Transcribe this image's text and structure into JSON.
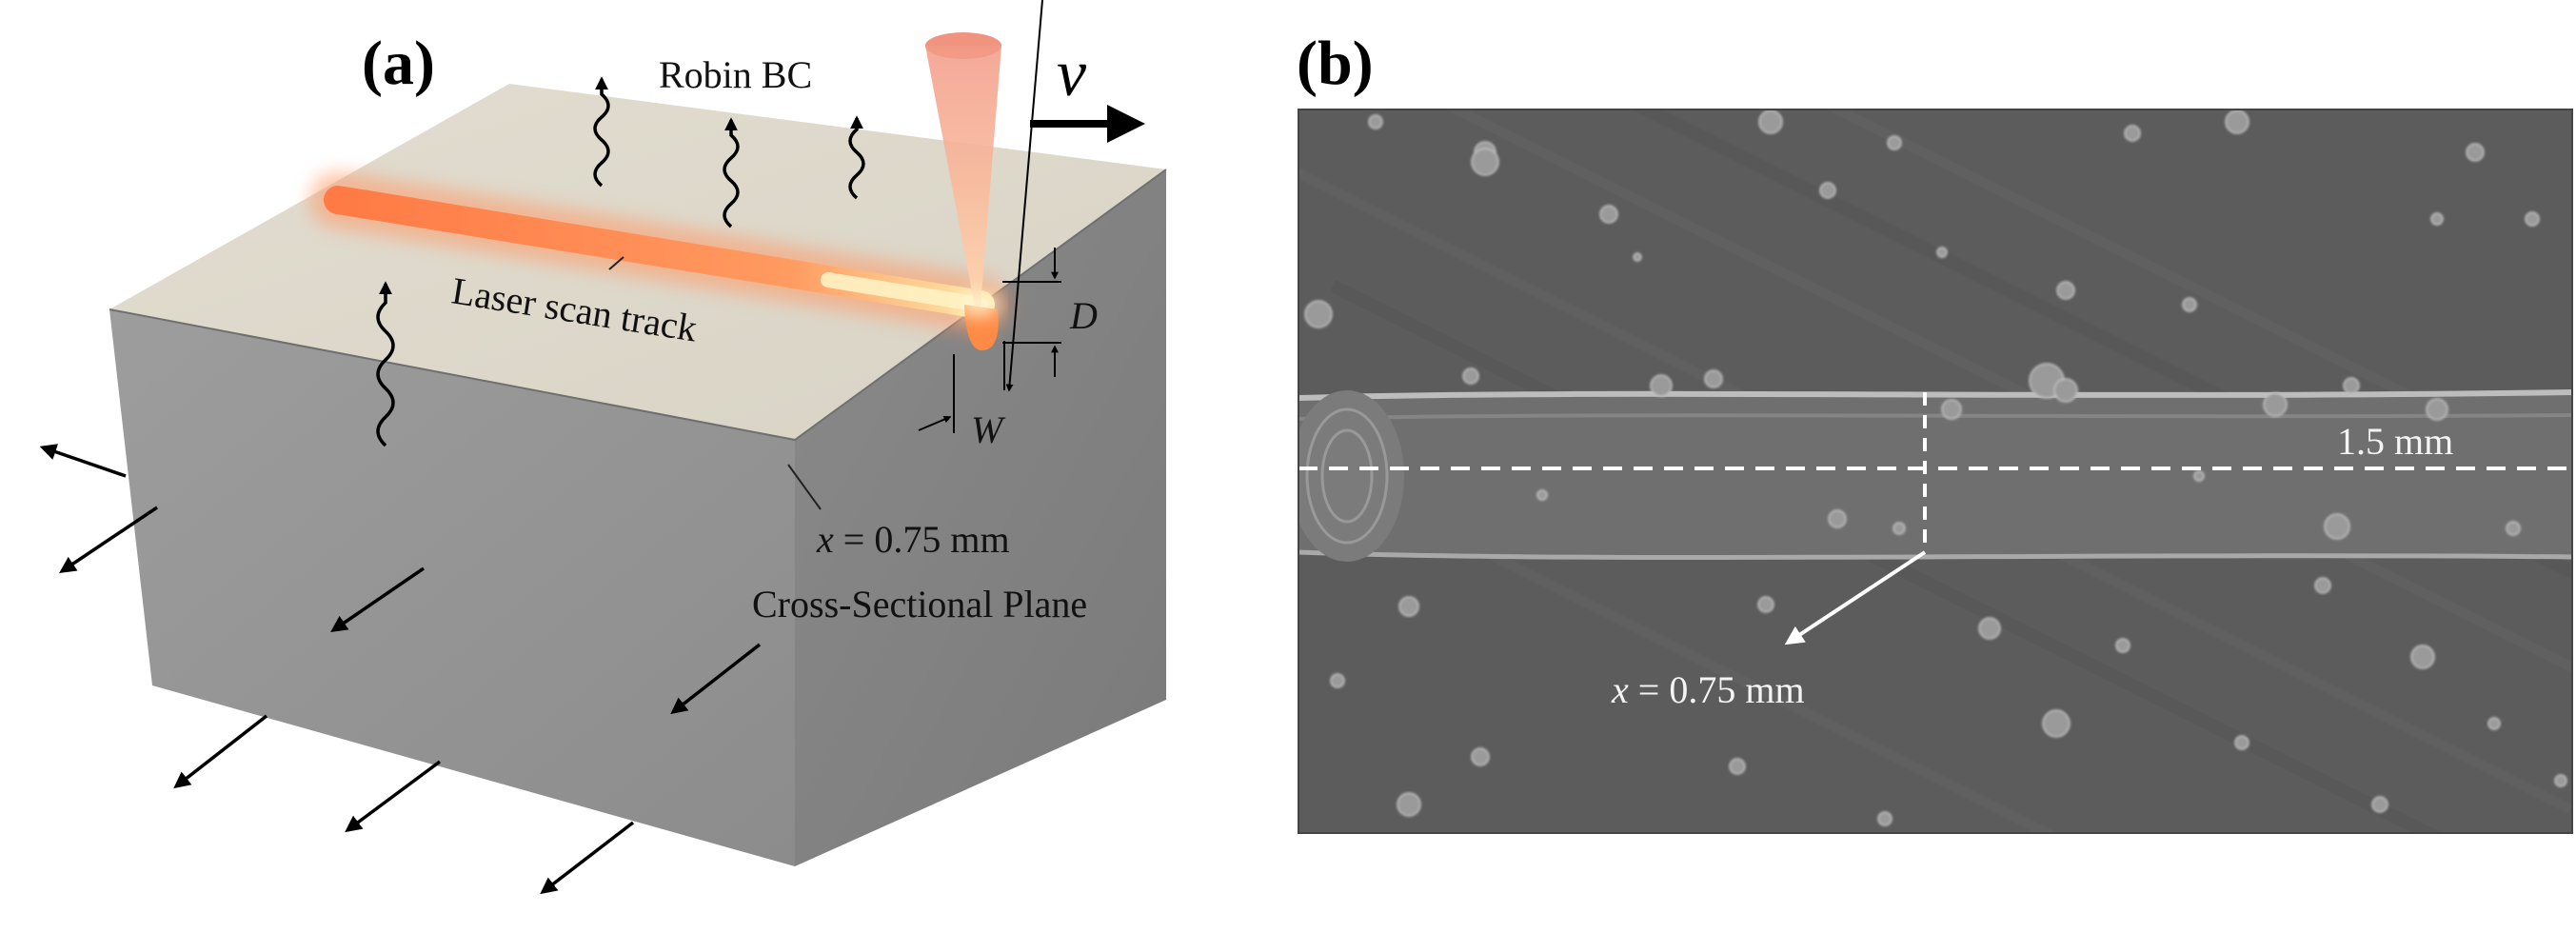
{
  "panel_a": {
    "label": "(a)",
    "robin_bc": "Robin BC",
    "velocity_symbol": "v",
    "depth_symbol": "D",
    "width_symbol": "W",
    "scan_track": "Laser scan track",
    "section_x_var": "x",
    "section_x_value": " = 0.75 mm",
    "section_plane": "Cross-Sectional Plane"
  },
  "panel_b": {
    "label": "(b)",
    "scale_text": "1.5 mm",
    "section_x_var": "x",
    "section_x_value": " = 0.75 mm"
  },
  "colors": {
    "top_face": "#ded9cb",
    "side_face": "#8f8f8f",
    "front_face": "#9a9a9a",
    "melt_track": "#ff8a55",
    "laser_beam": "#f08b75",
    "sem_background": "#5c5c5c"
  }
}
